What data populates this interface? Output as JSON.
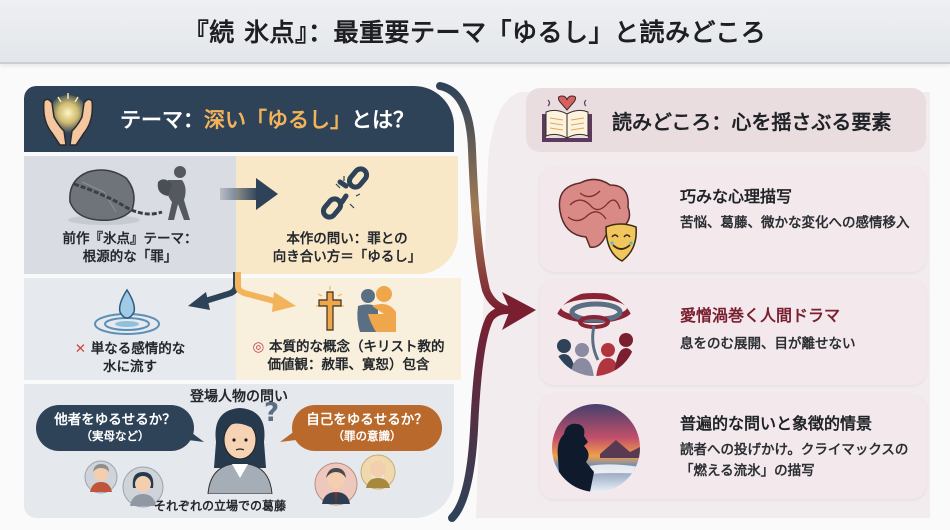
{
  "title": "『続 氷点』：最重要テーマ「ゆるし」と読みどころ",
  "colors": {
    "navy": "#2e4258",
    "gold": "#f2b35a",
    "amber": "#b8692b",
    "crimson": "#7a1f30",
    "card_bg": "#f3e9ec"
  },
  "theme": {
    "icon": "glowing-hands-icon",
    "label_prefix": "テーマ：",
    "label_accent": "深い「ゆるし」",
    "label_suffix": "とは？",
    "previous": {
      "icon": "boulder-chained-to-person-icon",
      "line1": "前作『氷点』テーマ：",
      "line2": "根源的な「罪」"
    },
    "arrow_icon": "right-arrow-icon",
    "current": {
      "icon": "broken-chain-icon",
      "line1": "本作の問い：罪との",
      "line2": "向き合い方＝「ゆるし」"
    },
    "wrong": {
      "icon": "water-drop-ripple-icon",
      "mark": "✕",
      "line1": "単なる感情的な",
      "line2": "水に流す"
    },
    "right": {
      "icon": "cross-and-embrace-icon",
      "mark": "◎",
      "line1": "本質的な概念（キリスト教的",
      "line2": "価値観：赦罪、寛恕）包含"
    },
    "characters": {
      "heading": "登場人物の問い",
      "left_bubble": {
        "question": "他者をゆるせるか？",
        "sub": "（実母など）"
      },
      "right_bubble": {
        "question": "自己をゆるせるか？",
        "sub": "（罪の意識）"
      },
      "footnote": "それぞれの立場での葛藤"
    }
  },
  "highlights": {
    "icon": "open-book-heart-icon",
    "label": "読みどころ：心を揺さぶる要素",
    "cards": [
      {
        "icon": "brain-and-mask-icon",
        "title": "巧みな心理描写",
        "desc": "苦悩、葛藤、微かな変化への感情移入"
      },
      {
        "icon": "whirlwind-people-icon",
        "title": "愛憎渦巻く人間ドラマ",
        "desc": "息をのむ展開、目が離せない"
      },
      {
        "icon": "silhouette-sunset-icon",
        "title": "普遍的な問いと象徴的情景",
        "desc": "読者への投げかけ。クライマックスの「燃える流氷」の描写"
      }
    ]
  }
}
